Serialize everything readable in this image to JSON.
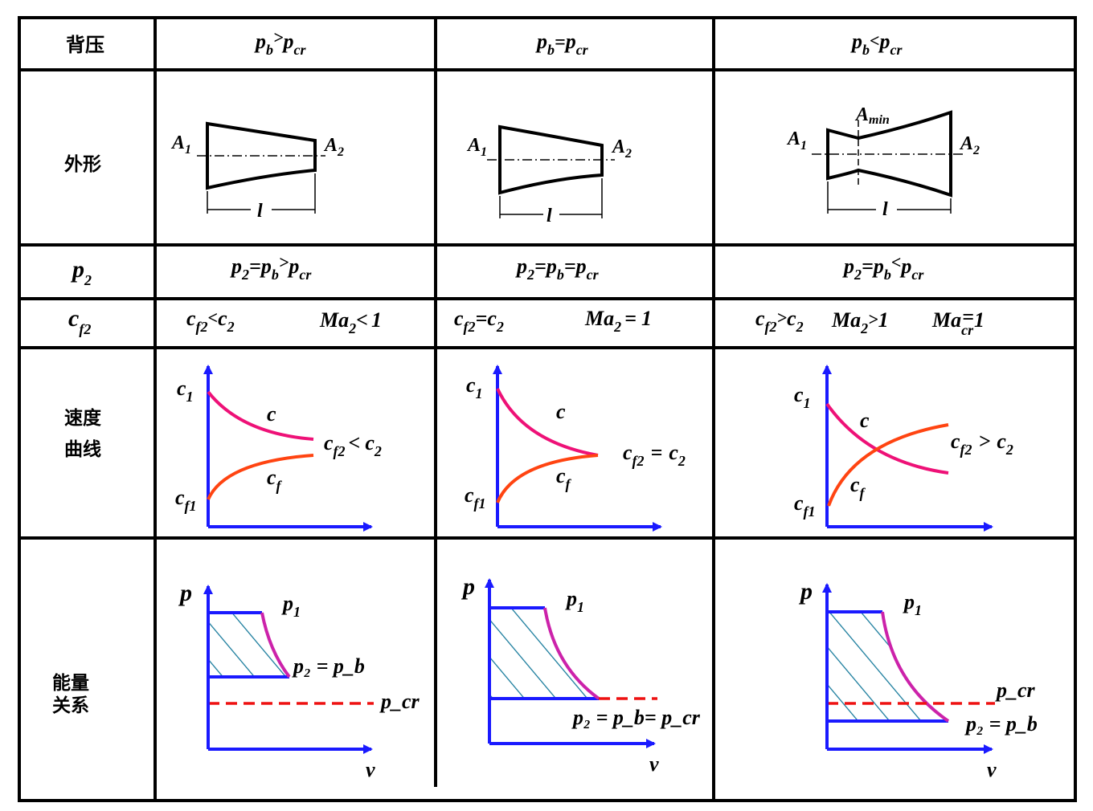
{
  "header": {
    "col0": "背压",
    "col1": {
      "lhs": "p",
      "lhs_sub": "b",
      "op": ">",
      "rhs": "p",
      "rhs_sub": "cr"
    },
    "col2": {
      "lhs": "p",
      "lhs_sub": "b",
      "op": "=",
      "rhs": "p",
      "rhs_sub": "cr"
    },
    "col3": {
      "lhs": "p",
      "lhs_sub": "b",
      "op": "<",
      "rhs": "p",
      "rhs_sub": "cr"
    }
  },
  "rows": {
    "shape": {
      "label": "外形",
      "a1": "A",
      "a1_sub": "1",
      "a2": "A",
      "a2_sub": "2",
      "amin": "A",
      "amin_sub": "min",
      "length": "l"
    },
    "p2": {
      "label": "p",
      "label_sub": "2",
      "cells": [
        {
          "text": "p₂=p_b>p_cr",
          "op": ">"
        },
        {
          "text": "p₂=p_b=p_cr",
          "op": "="
        },
        {
          "text": "p₂=p_b<p_cr",
          "op": "<"
        }
      ]
    },
    "cf2": {
      "label": "c",
      "label_sub": "f2",
      "cells": [
        {
          "rel": "<",
          "ma": "Ma",
          "ma_sub": "2",
          "ma_op": "<",
          "ma_val": "1"
        },
        {
          "rel": "=",
          "ma": "Ma",
          "ma_sub": "2",
          "ma_op": "=",
          "ma_val": "1"
        },
        {
          "rel": ">",
          "ma": "Ma",
          "ma_sub": "2",
          "ma_op": ">",
          "ma_val": "1",
          "ma2": "Ma",
          "ma2_sub": "cr",
          "ma2_op": "=",
          "ma2_val": "1"
        }
      ]
    },
    "velocity": {
      "label_line1": "速度",
      "label_line2": "曲线",
      "c1": "c",
      "c1_sub": "1",
      "cf1": "c",
      "cf1_sub": "f1",
      "c": "c",
      "cf": "c",
      "cf_sub": "f",
      "cells": [
        {
          "rel_text": "c",
          "rel_sub": "f2",
          "rel_op": "<",
          "rel_rhs": "c",
          "rel_rhs_sub": "2"
        },
        {
          "rel_text": "c",
          "rel_sub": "f2",
          "rel_op": "=",
          "rel_rhs": "c",
          "rel_rhs_sub": "2"
        },
        {
          "rel_text": "c",
          "rel_sub": "f2",
          "rel_op": ">",
          "rel_rhs": "c",
          "rel_rhs_sub": "2"
        }
      ]
    },
    "energy": {
      "label_line1": "能量",
      "label_line2": "关系",
      "p_axis": "p",
      "v_axis": "v",
      "p1": "p",
      "p1_sub": "1",
      "cells": [
        {
          "lower": "p₂ = p_b",
          "pcr": "p_cr"
        },
        {
          "lower": "p₂ = p_b= p_cr"
        },
        {
          "lower": "p₂ = p_b",
          "pcr": "p_cr"
        }
      ]
    }
  },
  "colors": {
    "axis": "#1a1aff",
    "c_curve": "#ee1177",
    "cf_curve": "#ff4411",
    "pv_curve": "#cc22aa",
    "hatch": "#117799",
    "pcr_line": "#ee1111"
  }
}
